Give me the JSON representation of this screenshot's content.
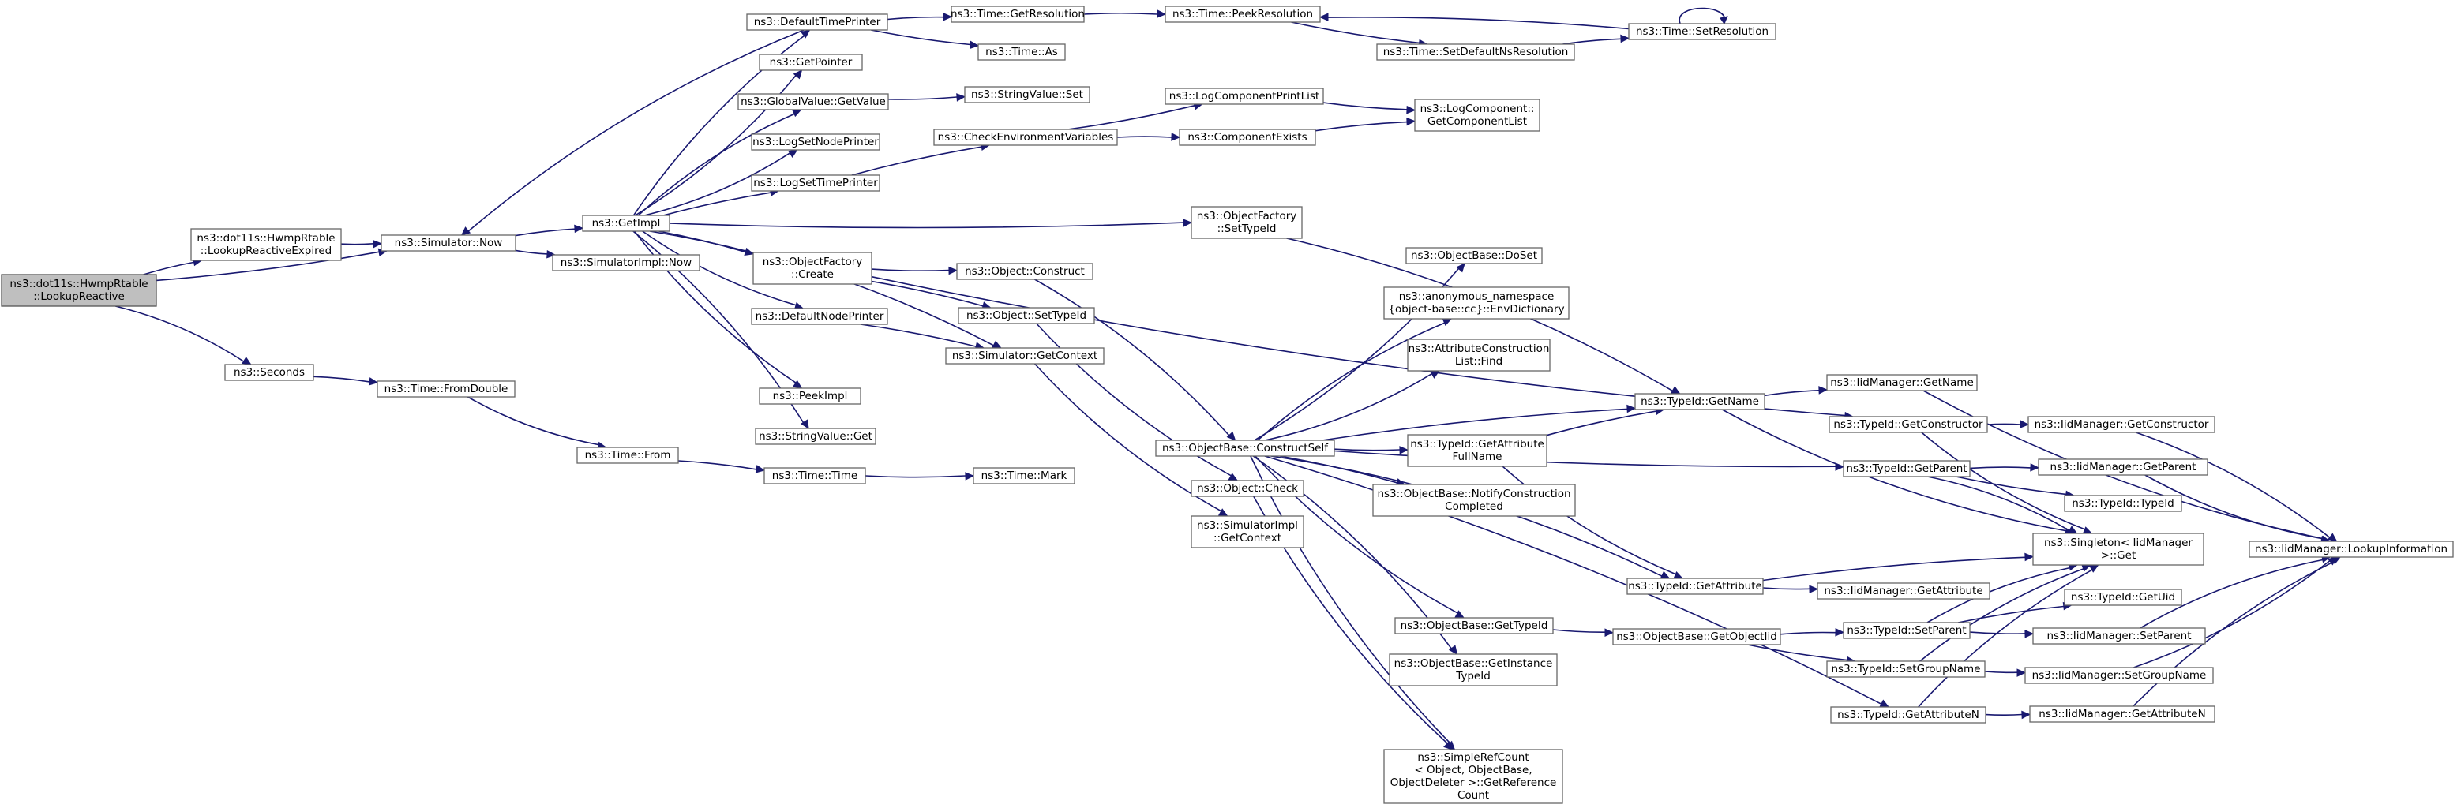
{
  "diagram": {
    "type": "call-graph",
    "root": "root",
    "colors": {
      "edge": "#191970",
      "node_border": "#666666",
      "root_fill": "#bfbfbf",
      "node_fill": "#ffffff"
    },
    "nodes": [
      {
        "id": "root",
        "lines": [
          "ns3::dot11s::HwmpRtable",
          "::LookupReactive"
        ]
      },
      {
        "id": "lre",
        "lines": [
          "ns3::dot11s::HwmpRtable",
          "::LookupReactiveExpired"
        ]
      },
      {
        "id": "simnow",
        "lines": [
          "ns3::Simulator::Now"
        ]
      },
      {
        "id": "seconds",
        "lines": [
          "ns3::Seconds"
        ]
      },
      {
        "id": "fromdouble",
        "lines": [
          "ns3::Time::FromDouble"
        ]
      },
      {
        "id": "timefrom",
        "lines": [
          "ns3::Time::From"
        ]
      },
      {
        "id": "timetime",
        "lines": [
          "ns3::Time::Time"
        ]
      },
      {
        "id": "timemark",
        "lines": [
          "ns3::Time::Mark"
        ]
      },
      {
        "id": "getimpl",
        "lines": [
          "ns3::GetImpl"
        ]
      },
      {
        "id": "simimplnow",
        "lines": [
          "ns3::SimulatorImpl::Now"
        ]
      },
      {
        "id": "deftimeprinter",
        "lines": [
          "ns3::DefaultTimePrinter"
        ]
      },
      {
        "id": "getpointer",
        "lines": [
          "ns3::GetPointer"
        ]
      },
      {
        "id": "gvgetvalue",
        "lines": [
          "ns3::GlobalValue::GetValue"
        ]
      },
      {
        "id": "logsetnode",
        "lines": [
          "ns3::LogSetNodePrinter"
        ]
      },
      {
        "id": "logsettime",
        "lines": [
          "ns3::LogSetTimePrinter"
        ]
      },
      {
        "id": "ofcreate",
        "lines": [
          "ns3::ObjectFactory",
          "::Create"
        ]
      },
      {
        "id": "defnodeprinter",
        "lines": [
          "ns3::DefaultNodePrinter"
        ]
      },
      {
        "id": "peekimpl",
        "lines": [
          "ns3::PeekImpl"
        ]
      },
      {
        "id": "svget",
        "lines": [
          "ns3::StringValue::Get"
        ]
      },
      {
        "id": "timegetres",
        "lines": [
          "ns3::Time::GetResolution"
        ]
      },
      {
        "id": "timeas",
        "lines": [
          "ns3::Time::As"
        ]
      },
      {
        "id": "svset",
        "lines": [
          "ns3::StringValue::Set"
        ]
      },
      {
        "id": "checkenv",
        "lines": [
          "ns3::CheckEnvironmentVariables"
        ]
      },
      {
        "id": "objconstruct",
        "lines": [
          "ns3::Object::Construct"
        ]
      },
      {
        "id": "objsettypeid",
        "lines": [
          "ns3::Object::SetTypeId"
        ]
      },
      {
        "id": "simgetctx",
        "lines": [
          "ns3::Simulator::GetContext"
        ]
      },
      {
        "id": "timepeekres",
        "lines": [
          "ns3::Time::PeekResolution"
        ]
      },
      {
        "id": "timesetdefns",
        "lines": [
          "ns3::Time::SetDefaultNsResolution"
        ]
      },
      {
        "id": "timesetres",
        "lines": [
          "ns3::Time::SetResolution"
        ]
      },
      {
        "id": "logcompprint",
        "lines": [
          "ns3::LogComponentPrintList"
        ]
      },
      {
        "id": "compexists",
        "lines": [
          "ns3::ComponentExists"
        ]
      },
      {
        "id": "logcompget",
        "lines": [
          "ns3::LogComponent::",
          "GetComponentList"
        ]
      },
      {
        "id": "ofsettypeid",
        "lines": [
          "ns3::ObjectFactory",
          "::SetTypeId"
        ]
      },
      {
        "id": "obconstructself",
        "lines": [
          "ns3::ObjectBase::ConstructSelf"
        ]
      },
      {
        "id": "objcheck",
        "lines": [
          "ns3::Object::Check"
        ]
      },
      {
        "id": "simimplgetctx",
        "lines": [
          "ns3::SimulatorImpl",
          "::GetContext"
        ]
      },
      {
        "id": "obdoset",
        "lines": [
          "ns3::ObjectBase::DoSet"
        ]
      },
      {
        "id": "envdict",
        "lines": [
          "ns3::anonymous_namespace",
          "{object-base::cc}::EnvDictionary"
        ]
      },
      {
        "id": "attrconstfind",
        "lines": [
          "ns3::AttributeConstruction",
          "List::Find"
        ]
      },
      {
        "id": "tidgetattrfull",
        "lines": [
          "ns3::TypeId::GetAttribute",
          "FullName"
        ]
      },
      {
        "id": "obnotify",
        "lines": [
          "ns3::ObjectBase::NotifyConstruction",
          "Completed"
        ]
      },
      {
        "id": "obgettypeid",
        "lines": [
          "ns3::ObjectBase::GetTypeId"
        ]
      },
      {
        "id": "obgetinst",
        "lines": [
          "ns3::ObjectBase::GetInstance",
          "TypeId"
        ]
      },
      {
        "id": "srcgetref",
        "lines": [
          "ns3::SimpleRefCount",
          "< Object, ObjectBase,",
          "ObjectDeleter >::GetReference",
          "Count"
        ]
      },
      {
        "id": "tidgetname",
        "lines": [
          "ns3::TypeId::GetName"
        ]
      },
      {
        "id": "tidgetattr",
        "lines": [
          "ns3::TypeId::GetAttribute"
        ]
      },
      {
        "id": "obgetobjtid",
        "lines": [
          "ns3::ObjectBase::GetObjectIid"
        ]
      },
      {
        "id": "iidgetname",
        "lines": [
          "ns3::IidManager::GetName"
        ]
      },
      {
        "id": "tidgetctor",
        "lines": [
          "ns3::TypeId::GetConstructor"
        ]
      },
      {
        "id": "tidgetparent",
        "lines": [
          "ns3::TypeId::GetParent"
        ]
      },
      {
        "id": "iidgetattr",
        "lines": [
          "ns3::IidManager::GetAttribute"
        ]
      },
      {
        "id": "tidsetparent",
        "lines": [
          "ns3::TypeId::SetParent"
        ]
      },
      {
        "id": "tidsetgroup",
        "lines": [
          "ns3::TypeId::SetGroupName"
        ]
      },
      {
        "id": "tidgetattrn",
        "lines": [
          "ns3::TypeId::GetAttributeN"
        ]
      },
      {
        "id": "iidgetctor",
        "lines": [
          "ns3::IidManager::GetConstructor"
        ]
      },
      {
        "id": "iidgetparent",
        "lines": [
          "ns3::IidManager::GetParent"
        ]
      },
      {
        "id": "tidtypeid",
        "lines": [
          "ns3::TypeId::TypeId"
        ]
      },
      {
        "id": "singletonget",
        "lines": [
          "ns3::Singleton< IidManager",
          ">::Get"
        ]
      },
      {
        "id": "tidgetuid",
        "lines": [
          "ns3::TypeId::GetUid"
        ]
      },
      {
        "id": "iidsetparent",
        "lines": [
          "ns3::IidManager::SetParent"
        ]
      },
      {
        "id": "iidsetgroup",
        "lines": [
          "ns3::IidManager::SetGroupName"
        ]
      },
      {
        "id": "iidgetattrn",
        "lines": [
          "ns3::IidManager::GetAttributeN"
        ]
      },
      {
        "id": "iidlookup",
        "lines": [
          "ns3::IidManager::LookupInformation"
        ]
      }
    ],
    "edges": [
      [
        "root",
        "lre"
      ],
      [
        "root",
        "simnow"
      ],
      [
        "root",
        "seconds"
      ],
      [
        "lre",
        "simnow"
      ],
      [
        "simnow",
        "getimpl"
      ],
      [
        "simnow",
        "simimplnow"
      ],
      [
        "seconds",
        "fromdouble"
      ],
      [
        "fromdouble",
        "timefrom"
      ],
      [
        "timefrom",
        "timetime"
      ],
      [
        "timetime",
        "timemark"
      ],
      [
        "getimpl",
        "deftimeprinter"
      ],
      [
        "getimpl",
        "getpointer"
      ],
      [
        "getimpl",
        "gvgetvalue"
      ],
      [
        "getimpl",
        "logsetnode"
      ],
      [
        "getimpl",
        "logsettime"
      ],
      [
        "getimpl",
        "ofsettypeid"
      ],
      [
        "getimpl",
        "ofcreate"
      ],
      [
        "getimpl",
        "defnodeprinter"
      ],
      [
        "getimpl",
        "simgetctx"
      ],
      [
        "getimpl",
        "peekimpl"
      ],
      [
        "getimpl",
        "svget"
      ],
      [
        "deftimeprinter",
        "simnow"
      ],
      [
        "deftimeprinter",
        "timegetres"
      ],
      [
        "deftimeprinter",
        "timeas"
      ],
      [
        "timegetres",
        "timepeekres"
      ],
      [
        "timepeekres",
        "timesetdefns"
      ],
      [
        "timesetdefns",
        "timesetres"
      ],
      [
        "timesetres",
        "timepeekres"
      ],
      [
        "timesetres",
        "timesetres"
      ],
      [
        "gvgetvalue",
        "svset"
      ],
      [
        "logsettime",
        "checkenv"
      ],
      [
        "checkenv",
        "logcompprint"
      ],
      [
        "checkenv",
        "compexists"
      ],
      [
        "logcompprint",
        "logcompget"
      ],
      [
        "compexists",
        "logcompget"
      ],
      [
        "ofcreate",
        "objconstruct"
      ],
      [
        "ofcreate",
        "objsettypeid"
      ],
      [
        "ofcreate",
        "tidgetctor"
      ],
      [
        "defnodeprinter",
        "simgetctx"
      ],
      [
        "simgetctx",
        "simimplgetctx"
      ],
      [
        "objconstruct",
        "obconstructself"
      ],
      [
        "objsettypeid",
        "objcheck"
      ],
      [
        "ofsettypeid",
        "tidgetname"
      ],
      [
        "obconstructself",
        "obdoset"
      ],
      [
        "obconstructself",
        "envdict"
      ],
      [
        "obconstructself",
        "attrconstfind"
      ],
      [
        "obconstructself",
        "tidgetname"
      ],
      [
        "obconstructself",
        "tidgetattrfull"
      ],
      [
        "obconstructself",
        "obnotify"
      ],
      [
        "obconstructself",
        "tidgetparent"
      ],
      [
        "obconstructself",
        "tidgetattr"
      ],
      [
        "obconstructself",
        "obgettypeid"
      ],
      [
        "obconstructself",
        "obgetinst"
      ],
      [
        "obconstructself",
        "srcgetref"
      ],
      [
        "obconstructself",
        "tidgetattrn"
      ],
      [
        "objcheck",
        "srcgetref"
      ],
      [
        "tidgetattrfull",
        "tidgetname"
      ],
      [
        "tidgetattrfull",
        "tidgetattr"
      ],
      [
        "tidgetname",
        "iidgetname"
      ],
      [
        "tidgetname",
        "singletonget"
      ],
      [
        "tidgetctor",
        "iidgetctor"
      ],
      [
        "tidgetctor",
        "singletonget"
      ],
      [
        "tidgetparent",
        "iidgetparent"
      ],
      [
        "tidgetparent",
        "tidtypeid"
      ],
      [
        "tidgetparent",
        "singletonget"
      ],
      [
        "tidgetattr",
        "iidgetattr"
      ],
      [
        "tidgetattr",
        "singletonget"
      ],
      [
        "obgettypeid",
        "obgetobjtid"
      ],
      [
        "obgetobjtid",
        "tidsetparent"
      ],
      [
        "obgetobjtid",
        "tidsetgroup"
      ],
      [
        "tidsetparent",
        "tidgetuid"
      ],
      [
        "tidsetparent",
        "iidsetparent"
      ],
      [
        "tidsetparent",
        "singletonget"
      ],
      [
        "tidsetgroup",
        "iidsetgroup"
      ],
      [
        "tidsetgroup",
        "singletonget"
      ],
      [
        "tidgetattrn",
        "iidgetattrn"
      ],
      [
        "tidgetattrn",
        "singletonget"
      ],
      [
        "iidgetname",
        "iidlookup"
      ],
      [
        "iidgetctor",
        "iidlookup"
      ],
      [
        "iidgetparent",
        "iidlookup"
      ],
      [
        "iidsetparent",
        "iidlookup"
      ],
      [
        "iidsetgroup",
        "iidlookup"
      ],
      [
        "iidgetattrn",
        "iidlookup"
      ]
    ]
  }
}
